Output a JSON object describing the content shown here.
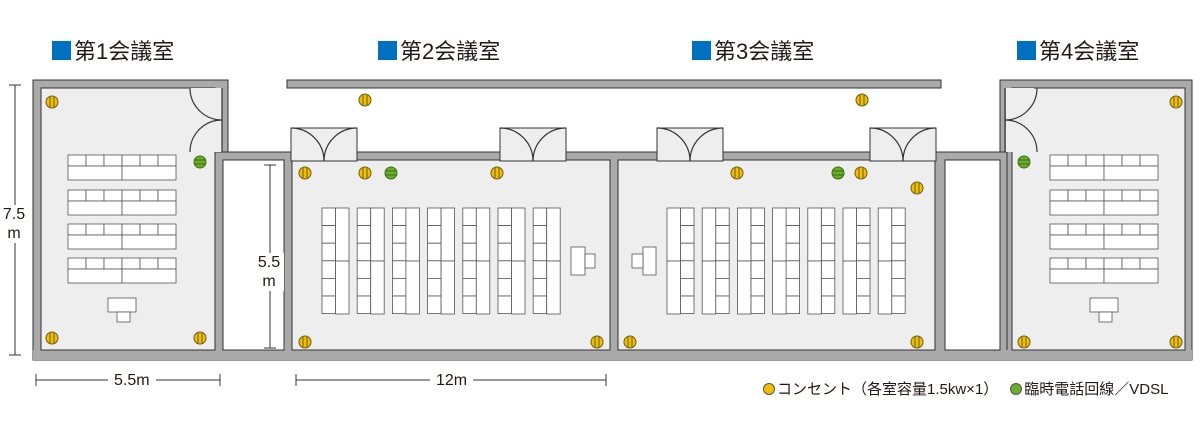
{
  "rooms": [
    {
      "name": "第1会議室"
    },
    {
      "name": "第2会議室"
    },
    {
      "name": "第3会議室"
    },
    {
      "name": "第4会議室"
    }
  ],
  "dimensions": {
    "outer_height": "7.5\nm",
    "inner_height": "5.5\nm",
    "small_width": "5.5m",
    "large_width": "12m"
  },
  "legend": {
    "outlet": "コンセント（各室容量1.5kw×1）",
    "phone": "臨時電話回線／VDSL"
  },
  "colors": {
    "accent": "#0070c0",
    "outlet": "#f0c000",
    "phone": "#6aad2a",
    "wall": "#aaaaaa",
    "floor": "#eeeeee"
  }
}
